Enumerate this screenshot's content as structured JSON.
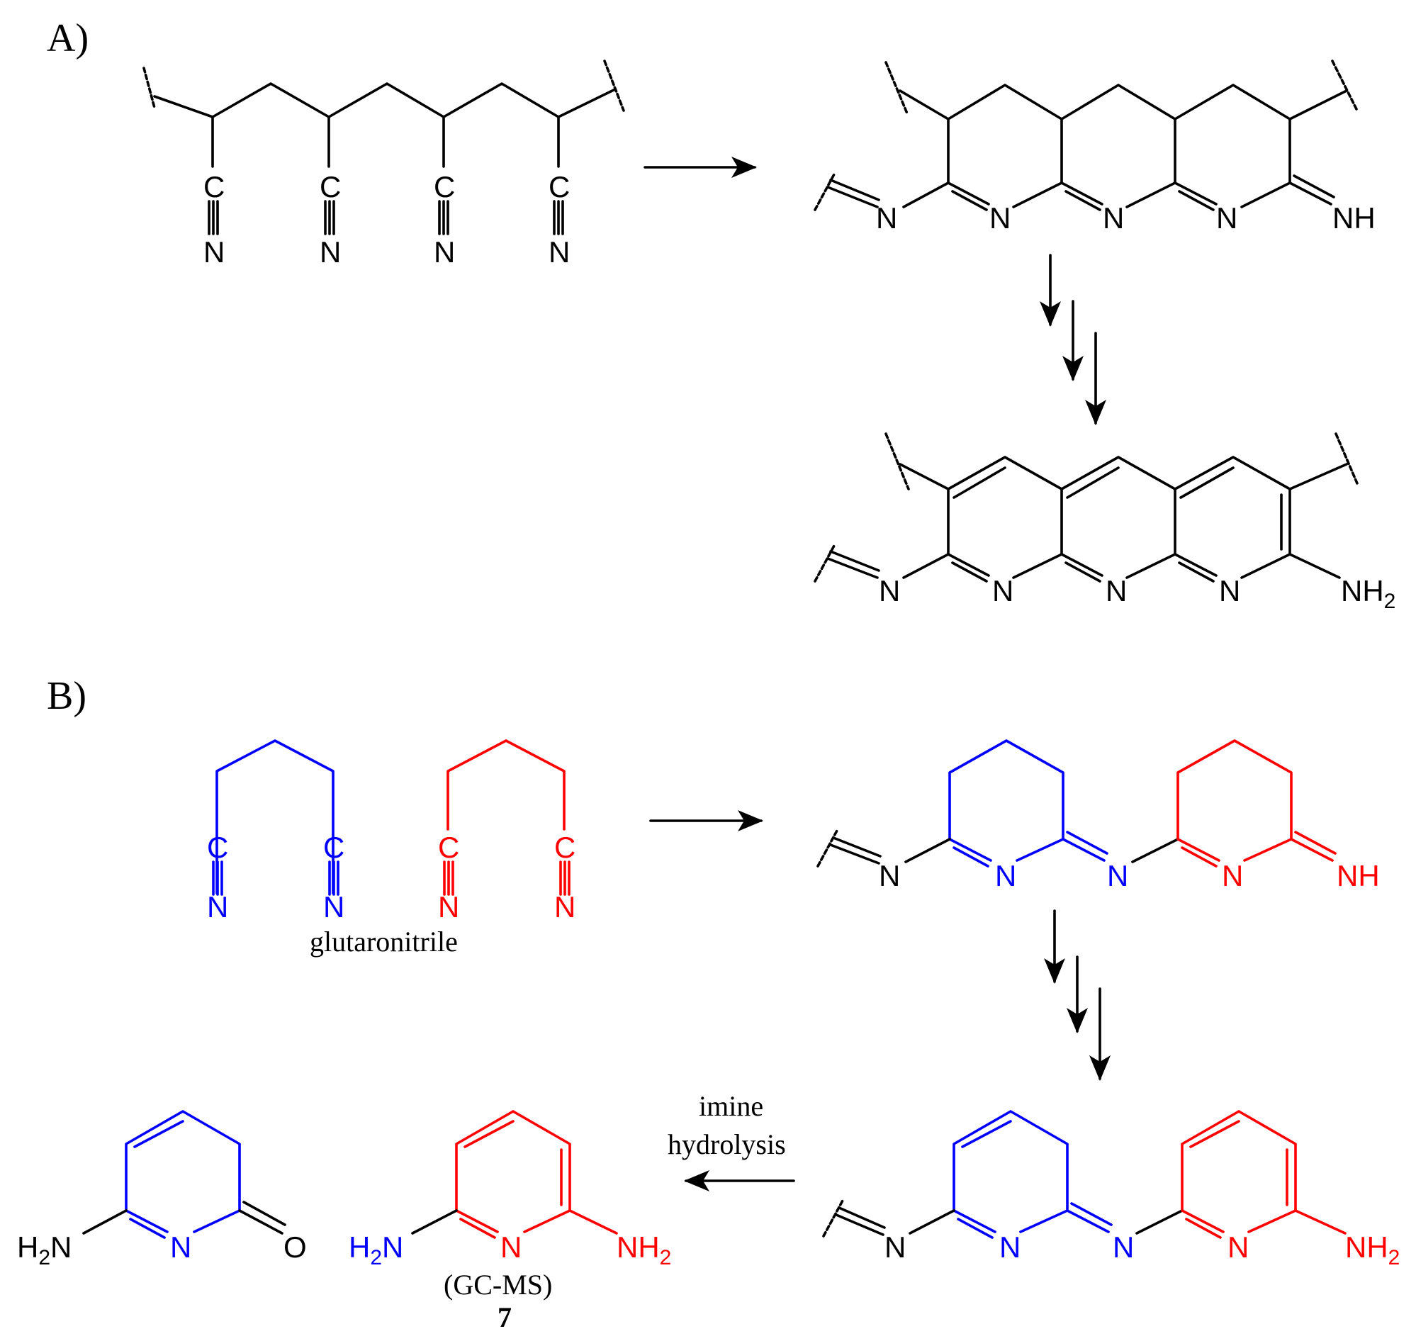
{
  "panels": {
    "a": "A)",
    "b": "B)"
  },
  "atoms": {
    "C": "C",
    "N": "N",
    "NH": "NH",
    "NH2": "NH",
    "H2N_H": "H",
    "H2N_N": "N",
    "sub2": "2",
    "O": "O"
  },
  "captions": {
    "glutaronitrile": "glutaronitrile",
    "imine": "imine",
    "hydrolysis": "hydrolysis",
    "gcms": "(GC-MS)",
    "compound": "7"
  },
  "colors": {
    "black": "#000000",
    "blue": "#0000ff",
    "red": "#ff0000"
  }
}
